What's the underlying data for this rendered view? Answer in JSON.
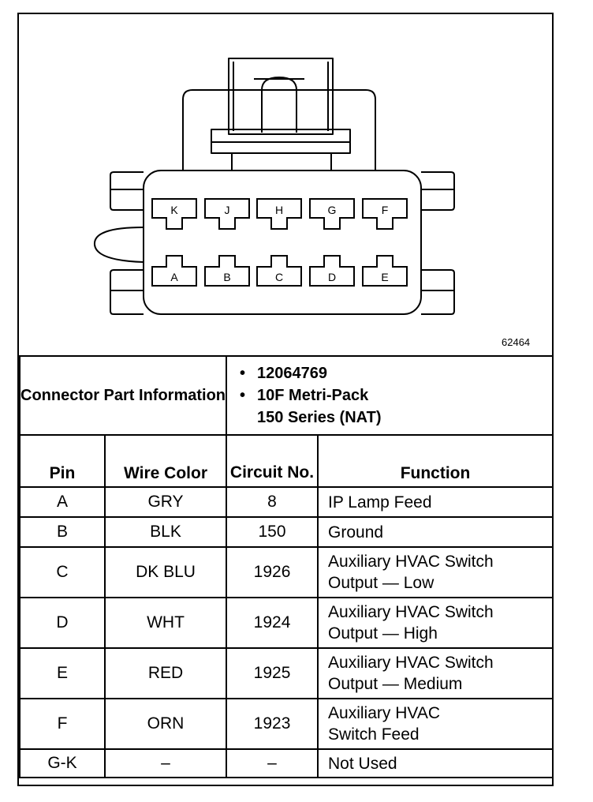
{
  "figure_id": "62464",
  "connector_info": {
    "label": "Connector Part Information",
    "values": [
      "12064769",
      "10F Metri-Pack",
      "150 Series (NAT)"
    ]
  },
  "pins_top": [
    "K",
    "J",
    "H",
    "G",
    "F"
  ],
  "pins_bottom": [
    "A",
    "B",
    "C",
    "D",
    "E"
  ],
  "table": {
    "headers": [
      "Pin",
      "Wire Color",
      "Circuit No.",
      "Function"
    ],
    "rows": [
      {
        "pin": "A",
        "color": "GRY",
        "circuit": "8",
        "function": [
          "IP Lamp Feed"
        ]
      },
      {
        "pin": "B",
        "color": "BLK",
        "circuit": "150",
        "function": [
          "Ground"
        ]
      },
      {
        "pin": "C",
        "color": "DK BLU",
        "circuit": "1926",
        "function": [
          "Auxiliary HVAC Switch",
          "Output — Low"
        ]
      },
      {
        "pin": "D",
        "color": "WHT",
        "circuit": "1924",
        "function": [
          "Auxiliary HVAC Switch",
          "Output — High"
        ]
      },
      {
        "pin": "E",
        "color": "RED",
        "circuit": "1925",
        "function": [
          "Auxiliary HVAC Switch",
          "Output — Medium"
        ]
      },
      {
        "pin": "F",
        "color": "ORN",
        "circuit": "1923",
        "function": [
          "Auxiliary HVAC",
          "Switch Feed"
        ]
      },
      {
        "pin": "G-K",
        "color": "–",
        "circuit": "–",
        "function": [
          "Not Used"
        ]
      }
    ]
  }
}
